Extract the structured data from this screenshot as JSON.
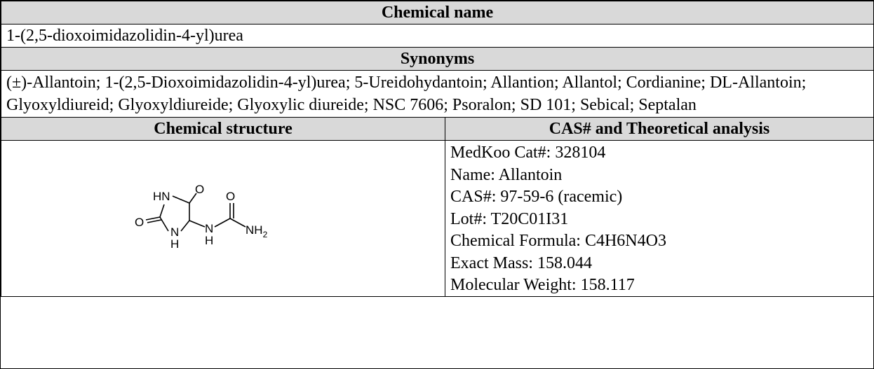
{
  "chemical_name": {
    "header": "Chemical name",
    "value": "1-(2,5-dioxoimidazolidin-4-yl)urea"
  },
  "synonyms": {
    "header": "Synonyms",
    "value": "(±)-Allantoin; 1-(2,5-Dioxoimidazolidin-4-yl)urea; 5-Ureidohydantoin; Allantion; Allantol; Cordianine; DL-Allantoin; Glyoxyldiureid; Glyoxyldiureide; Glyoxylic diureide; NSC 7606; Psoralon; SD 101; Sebical; Septalan"
  },
  "structure": {
    "header": "Chemical structure",
    "atoms": {
      "hn": "HN",
      "o1": "O",
      "o2": "O",
      "o3": "O",
      "n_ring": "N",
      "h_ring": "H",
      "n_chain": "N",
      "h_chain": "H",
      "nh2": "NH",
      "sub2": "2"
    }
  },
  "analysis": {
    "header": "CAS# and Theoretical analysis",
    "lines": [
      "MedKoo Cat#: 328104",
      "Name: Allantoin",
      "CAS#: 97-59-6 (racemic)",
      "Lot#: T20C01I31",
      "Chemical Formula: C4H6N4O3",
      "Exact Mass: 158.044",
      "Molecular Weight: 158.117"
    ]
  }
}
